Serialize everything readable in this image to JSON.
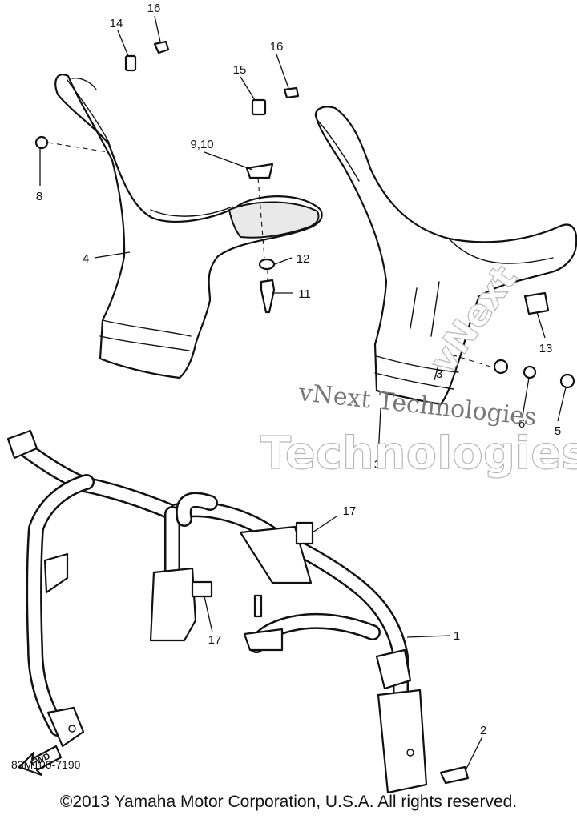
{
  "diagram": {
    "callouts": [
      {
        "id": "c14",
        "label": "14"
      },
      {
        "id": "c16a",
        "label": "16"
      },
      {
        "id": "c16b",
        "label": "16"
      },
      {
        "id": "c15",
        "label": "15"
      },
      {
        "id": "c8",
        "label": "8"
      },
      {
        "id": "c9",
        "label": "9,10"
      },
      {
        "id": "c4",
        "label": "4"
      },
      {
        "id": "c12",
        "label": "12"
      },
      {
        "id": "c11",
        "label": "11"
      },
      {
        "id": "c13",
        "label": "13"
      },
      {
        "id": "c5",
        "label": "5"
      },
      {
        "id": "c6",
        "label": "6"
      },
      {
        "id": "c3a",
        "label": "3"
      },
      {
        "id": "c3b",
        "label": "3"
      },
      {
        "id": "c17a",
        "label": "17"
      },
      {
        "id": "c17b",
        "label": "17"
      },
      {
        "id": "c1",
        "label": "1"
      },
      {
        "id": "c2",
        "label": "2"
      }
    ],
    "fwd_label": "FWD",
    "figure_code": "83M100-7190"
  },
  "watermark": {
    "line1": "vNext",
    "line2": "Technologies",
    "inline": "vNext Technologies"
  },
  "footer": {
    "copyright": "©2013 Yamaha Motor Corporation, U.S.A. All rights reserved."
  }
}
